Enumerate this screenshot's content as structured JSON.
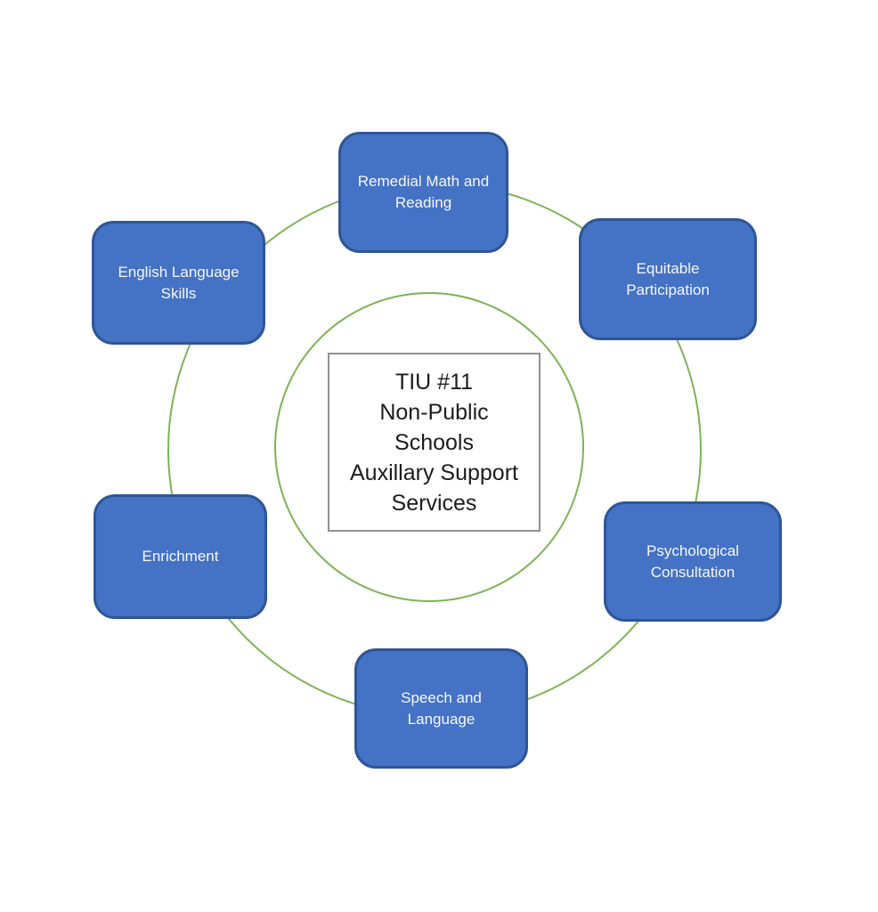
{
  "diagram": {
    "center": {
      "text": "TIU #11\nNon-Public\nSchools\nAuxillary Support\nServices"
    },
    "nodes": [
      {
        "id": "remedial-math-and-reading",
        "label": "Remedial Math and\nReading",
        "position": "top"
      },
      {
        "id": "equitable-participation",
        "label": "Equitable\nParticipation",
        "position": "top-right"
      },
      {
        "id": "psychological-consultation",
        "label": "Psychological\nConsultation",
        "position": "right"
      },
      {
        "id": "speech-and-language",
        "label": "Speech and\nLanguage",
        "position": "bottom"
      },
      {
        "id": "enrichment",
        "label": "Enrichment",
        "position": "left"
      },
      {
        "id": "english-language-skills",
        "label": "English Language\nSkills",
        "position": "top-left"
      }
    ],
    "colors": {
      "background": "#FFFFFF",
      "node_fill": "#4472C4",
      "node_border": "#2F5597",
      "node_text": "#F5F8FC",
      "circle_stroke": "#7DB357",
      "center_border": "#919191",
      "center_text": "#1C1C1C"
    }
  }
}
